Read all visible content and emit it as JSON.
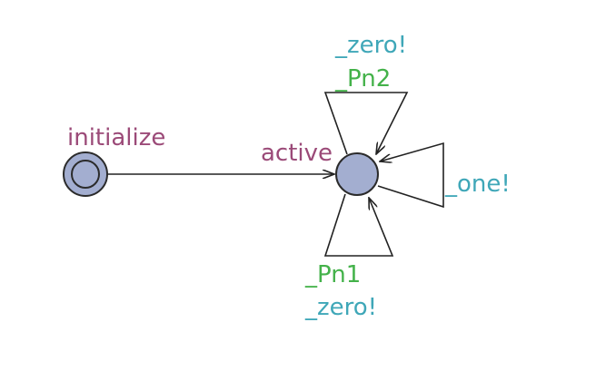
{
  "colors": {
    "location_fill": "#a3aed0",
    "location_name": "#9b4a78",
    "synchronisation": "#3fa7b8",
    "update": "#44b24a",
    "edge": "#222222"
  },
  "locations": {
    "initialize": {
      "name": "initialize",
      "initial": true
    },
    "active": {
      "name": "active",
      "initial": false
    }
  },
  "edges": {
    "top_loop": {
      "sync": "_zero!",
      "update": "_Pn2"
    },
    "right_loop": {
      "sync": "_one!"
    },
    "bottom_loop": {
      "sync": "_zero!",
      "update": "_Pn1"
    }
  }
}
